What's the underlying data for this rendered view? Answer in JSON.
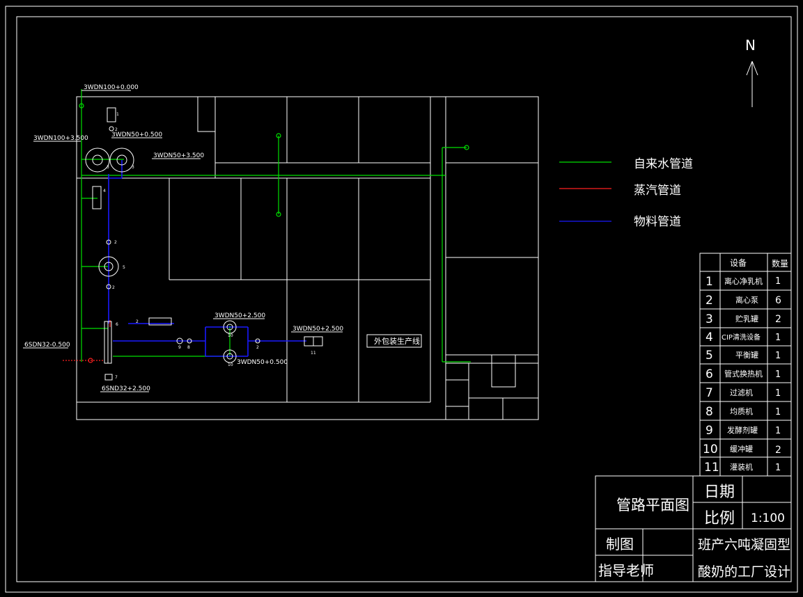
{
  "north_label": "N",
  "pipe_labels": {
    "top_main": "3WDN100+0.000",
    "left_main": "3WDN100+3.500",
    "upper_a": "3WDN50+0.500",
    "upper_b": "3WDN50+3.500",
    "mid_top": "3WDN50+2.500",
    "mid_bottom": "3WDN50+0.500",
    "right_mid": "3WDN50+2.500",
    "steam_in": "6SDN32-0.500",
    "steam_out": "6SND32+2.500"
  },
  "room_label": "外包装生产线",
  "legend": [
    {
      "label": "自来水管道",
      "color": "#00e000"
    },
    {
      "label": "蒸汽管道",
      "color": "#ff2020"
    },
    {
      "label": "物料管道",
      "color": "#1a1aff"
    }
  ],
  "equipment_table": {
    "headers": [
      "",
      "设备",
      "数量"
    ],
    "rows": [
      [
        "1",
        "离心净乳机",
        "1"
      ],
      [
        "2",
        "离心泵",
        "6"
      ],
      [
        "3",
        "贮乳罐",
        "2"
      ],
      [
        "4",
        "CIP清洗设备",
        "1"
      ],
      [
        "5",
        "平衡罐",
        "1"
      ],
      [
        "6",
        "管式换热机",
        "1"
      ],
      [
        "7",
        "过滤机",
        "1"
      ],
      [
        "8",
        "均质机",
        "1"
      ],
      [
        "9",
        "发酵剂罐",
        "1"
      ],
      [
        "10",
        "缓冲罐",
        "2"
      ],
      [
        "11",
        "灌装机",
        "1"
      ]
    ]
  },
  "title_block": {
    "drawing_name": "管路平面图",
    "date_label": "日期",
    "scale_label": "比例",
    "scale_value": "1:100",
    "drawn_label": "制图",
    "advisor_label": "指导老师",
    "project_line1": "班产六吨凝固型",
    "project_line2": "酸奶的工厂设计"
  },
  "tags": {
    "t1": "1",
    "t2a": "2",
    "t2b": "2",
    "t2c": "2",
    "t2d": "2",
    "t2e": "2",
    "t3a": "3",
    "t3b": "3",
    "t4": "4",
    "t5": "5",
    "t6": "6",
    "t7": "7",
    "t8": "8",
    "t9": "9",
    "t10a": "10",
    "t10b": "10",
    "t11": "11"
  }
}
